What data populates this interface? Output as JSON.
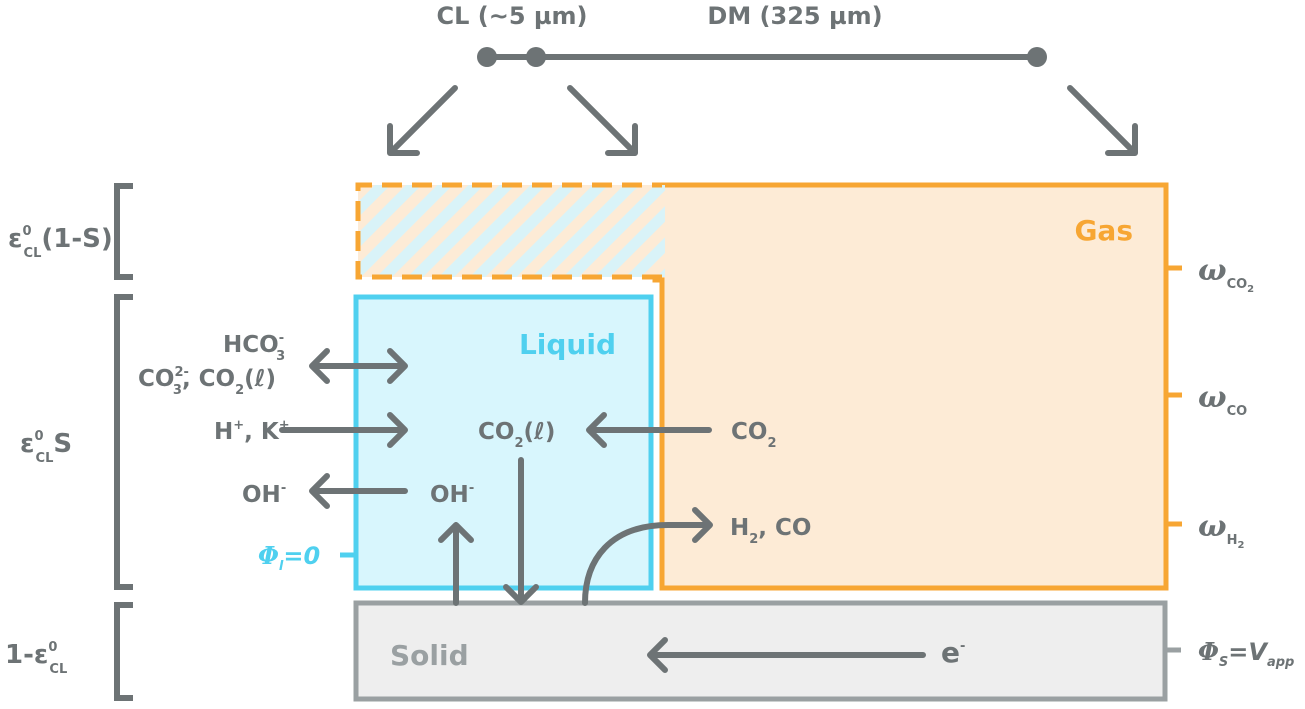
{
  "top_scale": {
    "cl_label": "CL (~5 µm)",
    "dm_label": "DM (325 µm)"
  },
  "regions": {
    "gas": "Gas",
    "liquid": "Liquid",
    "solid": "Solid"
  },
  "left_brackets": {
    "top": {
      "base": "ε",
      "sup": "0",
      "sub": "CL",
      "suffix": "(1-S)"
    },
    "middle": {
      "base": "ε",
      "sup": "0",
      "sub": "CL",
      "suffix": "S"
    },
    "bottom": {
      "prefix": "1-ε",
      "sup": "0",
      "sub": "CL"
    }
  },
  "species": {
    "hco3": {
      "base": "HCO",
      "sub": "3",
      "sup": "-"
    },
    "co3_co2": {
      "a": "CO",
      "a_sub": "3",
      "a_sup": "2-",
      "mid": ", CO",
      "b_sub": "2",
      "b_tail": "(ℓ)"
    },
    "h_k": {
      "a": "H",
      "a_sup": "+",
      "mid": ", K",
      "b_sup": "+"
    },
    "oh_out": {
      "base": "OH",
      "sup": "-"
    },
    "co2_liq": {
      "base": "CO",
      "sub": "2",
      "tail": "(ℓ)"
    },
    "oh_in": {
      "base": "OH",
      "sup": "-"
    },
    "co2_gas": {
      "base": "CO",
      "sub": "2"
    },
    "h2_co": {
      "base": "H",
      "sub": "2",
      "tail": ", CO"
    },
    "electron": {
      "base": "e",
      "sup": "-"
    }
  },
  "right_labels": {
    "w_co2": {
      "base": "ω",
      "sub": "CO",
      "sub2": "2"
    },
    "w_co": {
      "base": "ω",
      "sub": "CO"
    },
    "w_h2": {
      "base": "ω",
      "sub": "H",
      "sub2": "2"
    }
  },
  "boundary_conditions": {
    "phi_l": {
      "base": "Φ",
      "sub": "l",
      "tail": "=0"
    },
    "phi_s": {
      "base": "Φ",
      "sub": "S",
      "eq": "=V",
      "sub2": "app"
    }
  },
  "colors": {
    "gray": "#6d7375",
    "liquid_blue": "#4fd0ef",
    "liquid_fill": "#d8f6fd",
    "gas_orange": "#f7a633",
    "gas_fill": "#fdebd6",
    "solid_fill": "#eeeeee",
    "solid_stroke": "#9aa0a2"
  }
}
